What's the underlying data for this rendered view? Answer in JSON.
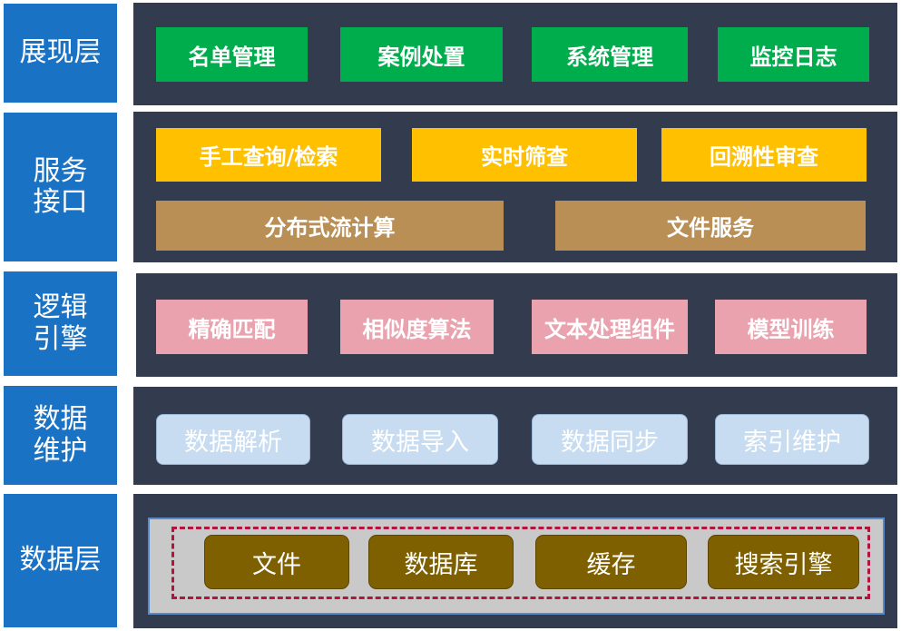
{
  "layers": [
    {
      "label": "展现层",
      "items": [
        "名单管理",
        "案例处置",
        "系统管理",
        "监控日志"
      ]
    },
    {
      "label": "服务\n接口",
      "row1": [
        "手工查询/检索",
        "实时筛查",
        "回溯性审查"
      ],
      "row2": [
        "分布式流计算",
        "文件服务"
      ]
    },
    {
      "label": "逻辑\n引擎",
      "items": [
        "精确匹配",
        "相似度算法",
        "文本处理组件",
        "模型训练"
      ]
    },
    {
      "label": "数据\n维护",
      "items": [
        "数据解析",
        "数据导入",
        "数据同步",
        "索引维护"
      ]
    },
    {
      "label": "数据层",
      "items": [
        "文件",
        "数据库",
        "缓存",
        "搜索引擎"
      ]
    }
  ],
  "colors": {
    "label_bg": "#1a72c4",
    "band_bg": "#333c4f",
    "presentation": "#00ad4d",
    "service_top": "#ffc000",
    "service_bottom": "#b98f55",
    "logic": "#eaa3ae",
    "maintenance": "#c7dcf0",
    "data": "#7f6000",
    "dashed_border": "#b3143f"
  }
}
